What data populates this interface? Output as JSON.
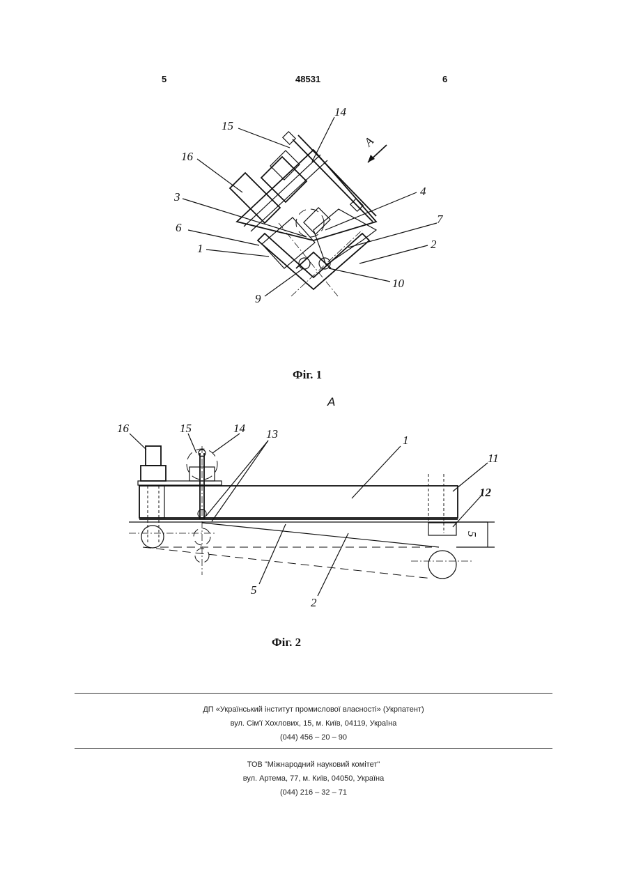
{
  "header": {
    "page_left": "5",
    "patent_number": "48531",
    "page_right": "6"
  },
  "figure1": {
    "caption": "Фіг. 1",
    "arrow_label": "A",
    "labels": {
      "l15": "15",
      "l14": "14",
      "l16": "16",
      "l3": "3",
      "l4": "4",
      "l6": "6",
      "l7": "7",
      "l1": "1",
      "l2": "2",
      "l9": "9",
      "l10": "10"
    }
  },
  "figure2": {
    "view_label": "A",
    "caption": "Фіг. 2",
    "labels": {
      "l16": "16",
      "l15": "15",
      "l14": "14",
      "l13": "13",
      "l1": "1",
      "l11": "11",
      "l12": "12",
      "l5": "5",
      "l2": "2",
      "dim": "5"
    }
  },
  "publisher": {
    "name": "ДП «Український інститут промислової власності» (Укрпатент)",
    "address": "вул. Сім'ї Хохлових, 15, м. Київ, 04119, Україна",
    "phone": "(044) 456 – 20 – 90"
  },
  "printer": {
    "name": "ТОВ \"Міжнародний науковий комітет\"",
    "address": "вул. Артема, 77, м. Київ, 04050, Україна",
    "phone": "(044) 216 – 32 – 71"
  }
}
